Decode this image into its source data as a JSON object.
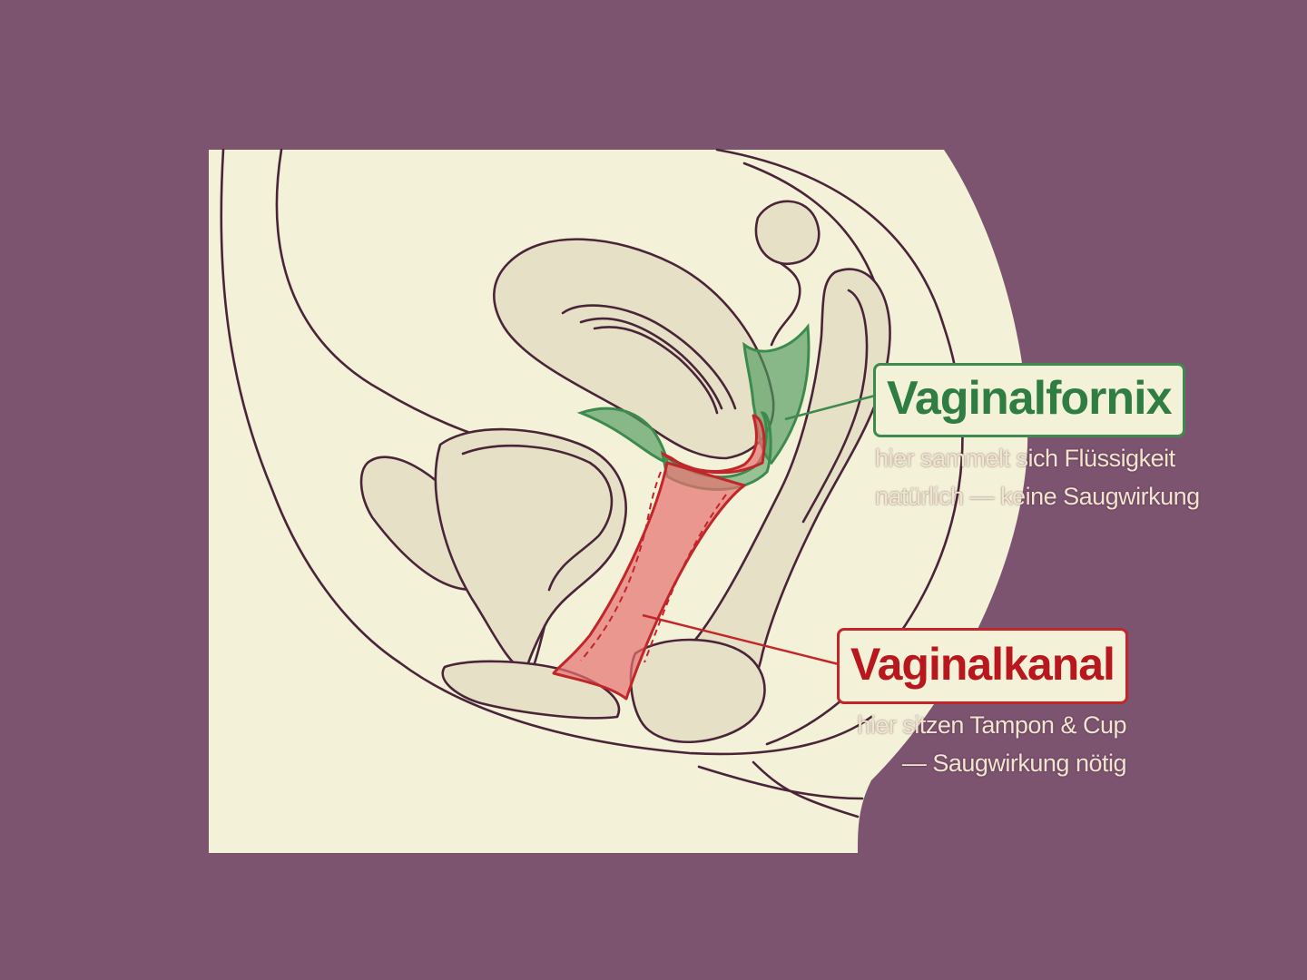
{
  "labels": {
    "fornix": {
      "title": "Vaginalfornix",
      "line1": "hier sammelt sich Flüssigkeit",
      "line2": "natürlich — keine Saugwirkung"
    },
    "kanal": {
      "title": "Vaginalkanal",
      "line1": "hier sitzen Tampon & Cup",
      "line2": "— Saugwirkung nötig"
    }
  },
  "colors": {
    "background": "#7c5470",
    "body": "#f3f1d8",
    "organ_fill": "#e6e1c6",
    "outline": "#4a2438",
    "fornix_accent": "#3d8a4e",
    "kanal_accent": "#c0262a"
  }
}
